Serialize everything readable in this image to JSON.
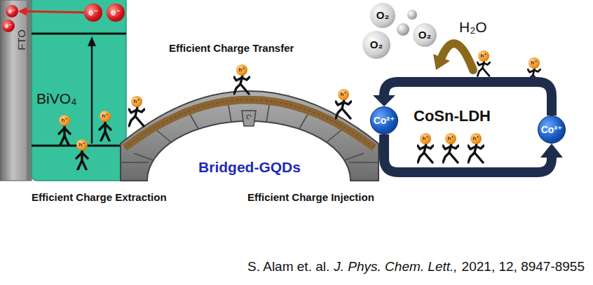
{
  "diagram": {
    "nodes": [
      {
        "text": [
          "FTO"
        ]
      },
      {
        "text": [
          "e⁻"
        ],
        "in": 0
      },
      {
        "text": [
          "e⁻"
        ],
        "in": 0
      },
      {
        "text": [
          "BiVO₄"
        ]
      },
      {
        "text": [
          "e⁻"
        ],
        "in": 3
      },
      {
        "text": [
          "e⁻"
        ],
        "in": 3
      },
      {
        "text": [
          "h⁺"
        ],
        "in": 3
      },
      {
        "text": [
          "h⁺"
        ],
        "in": 3
      },
      {
        "text": [
          "h⁺"
        ],
        "in": 3
      },
      {
        "text": [
          "Bridged-GQDs"
        ]
      },
      {
        "text": [
          "h⁺"
        ]
      },
      {
        "text": [
          "h⁺"
        ]
      },
      {
        "text": [
          "h⁺"
        ]
      },
      {
        "text": [
          "O₂"
        ]
      },
      {
        "text": [
          "O₂"
        ]
      },
      {
        "text": [
          "O₂"
        ]
      },
      {
        "text": [
          "CoSn-LDH"
        ]
      },
      {
        "text": [
          "Co²⁺"
        ]
      },
      {
        "text": [
          "Co³⁺"
        ]
      },
      {
        "text": [
          "h⁺"
        ],
        "in": 16
      },
      {
        "text": [
          "h⁺"
        ],
        "in": 16
      },
      {
        "text": [
          "h⁺"
        ],
        "in": 16
      },
      {
        "text": [
          "h⁺"
        ]
      },
      {
        "text": [
          "h⁺"
        ]
      }
    ],
    "edges": [
      {
        "from": 4,
        "to": 1,
        "arrow": "to"
      },
      {
        "from": 17,
        "to": 18,
        "arrow": "to"
      },
      {
        "from": 18,
        "to": 17,
        "arrow": "to"
      }
    ],
    "labels": [
      "Efficient Charge Transfer",
      "H₂O",
      "Efficient Charge Extraction",
      "Efficient Charge Injection",
      "S. Alam et. al.",
      "J. Phys. Chem. Lett.,",
      "2021, 12, 8947-8955"
    ]
  }
}
